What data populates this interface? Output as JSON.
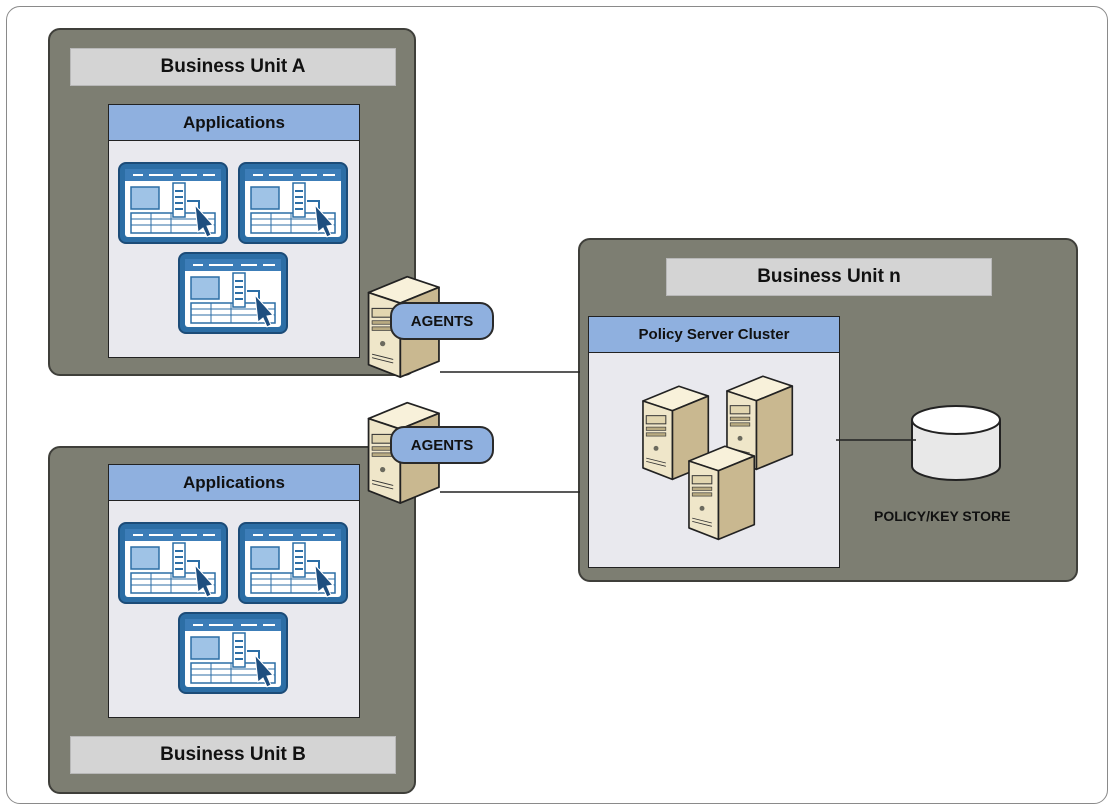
{
  "units": {
    "a": {
      "title": "Business Unit A"
    },
    "b": {
      "title": "Business Unit B"
    },
    "n": {
      "title": "Business Unit n"
    }
  },
  "panels": {
    "applications_a": "Applications",
    "applications_b": "Applications",
    "policy_cluster": "Policy Server Cluster"
  },
  "agents": {
    "top_label": "AGENTS",
    "bottom_label": "AGENTS"
  },
  "store": {
    "label": "POLICY/KEY STORE"
  },
  "icons": {
    "application": "application-window-icon",
    "server": "server-tower-icon",
    "database": "database-cylinder-icon"
  },
  "colors": {
    "unit_fill": "#7d7e72",
    "title_bar": "#d4d4d4",
    "panel_header": "#8fb0df",
    "app_icon_blue": "#2c6ea5",
    "server_beige": "#efe6c9"
  }
}
